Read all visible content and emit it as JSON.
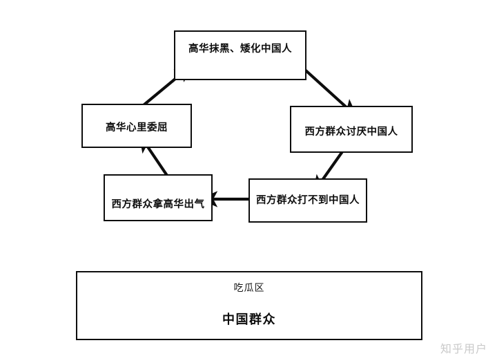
{
  "diagram": {
    "type": "cycle-flowchart",
    "background_color": "#ffffff",
    "stroke_color": "#0d0d0d",
    "nodes": [
      {
        "id": "top",
        "label": "高华抹黑、矮化中国人"
      },
      {
        "id": "left",
        "label": "高华心里委屈"
      },
      {
        "id": "right",
        "label": "西方群众讨厌中国人"
      },
      {
        "id": "bl",
        "label": "西方群众拿高华出气"
      },
      {
        "id": "br",
        "label": "西方群众打不到中国人"
      }
    ],
    "edges": [
      {
        "from": "top",
        "to": "right",
        "direction": "down-right"
      },
      {
        "from": "right",
        "to": "br",
        "direction": "down-left"
      },
      {
        "from": "br",
        "to": "bl",
        "direction": "left"
      },
      {
        "from": "bl",
        "to": "left",
        "direction": "up-left"
      },
      {
        "from": "left",
        "to": "top",
        "direction": "up-right"
      }
    ]
  },
  "audience": {
    "caption": "吃瓜区",
    "title": "中国群众"
  },
  "watermark": {
    "text": "知乎用户"
  }
}
